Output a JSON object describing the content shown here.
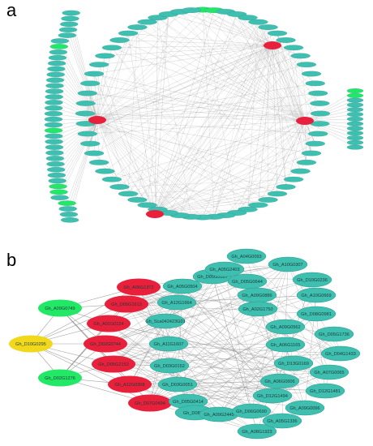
{
  "panels": {
    "a": {
      "letter": "a"
    },
    "b": {
      "letter": "b"
    }
  },
  "colors": {
    "background": "#ffffff",
    "teal_node": "#3ebfb0",
    "teal_stroke": "#2a9b8e",
    "green_node": "#22e866",
    "red_node": "#e8203c",
    "yellow_node": "#f2d81c",
    "edge": "#8c8c8c"
  },
  "network_b": {
    "nodes": [
      {
        "id": "Gh_D10G0295",
        "color": "yellow"
      },
      {
        "id": "Gh_A09G0749",
        "color": "green"
      },
      {
        "id": "Gh_D02G1276",
        "color": "green"
      },
      {
        "id": "Gh_A06G1372",
        "color": "red"
      },
      {
        "id": "Gh_D05G1613",
        "color": "red"
      },
      {
        "id": "Gh_A01G0124",
        "color": "red"
      },
      {
        "id": "Gh_D02G0744",
        "color": "red"
      },
      {
        "id": "Gh_D05G2152",
        "color": "red"
      },
      {
        "id": "Gh_A12G0308",
        "color": "red"
      },
      {
        "id": "Gh_D07G0494",
        "color": "red"
      },
      {
        "id": "Gh_D05G3597",
        "color": "teal"
      },
      {
        "id": "Gh_A05G0504",
        "color": "teal"
      },
      {
        "id": "Gh_A12G1664",
        "color": "teal"
      },
      {
        "id": "Gh_Sca042423G01",
        "color": "teal"
      },
      {
        "id": "Gh_A11G1607",
        "color": "teal"
      },
      {
        "id": "Gh_D03G0152",
        "color": "teal"
      },
      {
        "id": "Gh_D03G0051",
        "color": "teal"
      },
      {
        "id": "Gh_D05G0414",
        "color": "teal"
      },
      {
        "id": "Gh_D08G0",
        "color": "teal"
      },
      {
        "id": "Gh_A09G2445",
        "color": "teal"
      },
      {
        "id": "Gh_A04G0093",
        "color": "teal"
      },
      {
        "id": "Gh_A05G2403",
        "color": "teal"
      },
      {
        "id": "Gh_D05G0644",
        "color": "teal"
      },
      {
        "id": "Gh_A09G0886",
        "color": "teal"
      },
      {
        "id": "Gh_A02G1750",
        "color": "teal"
      },
      {
        "id": "Gh_A09G0562",
        "color": "teal"
      },
      {
        "id": "Gh_A06G1165",
        "color": "teal"
      },
      {
        "id": "Gh_D13G0169",
        "color": "teal"
      },
      {
        "id": "Gh_A06G0606",
        "color": "teal"
      },
      {
        "id": "Gh_D12G1494",
        "color": "teal"
      },
      {
        "id": "Gh_D06G0690",
        "color": "teal"
      },
      {
        "id": "Gh_A08G1923",
        "color": "teal"
      },
      {
        "id": "Gh_A05G1336",
        "color": "teal"
      },
      {
        "id": "Gh_A09G0096",
        "color": "teal"
      },
      {
        "id": "Gh_A10G0307",
        "color": "teal"
      },
      {
        "id": "Gh_D10G0236",
        "color": "teal"
      },
      {
        "id": "Gh_A10G0669",
        "color": "teal"
      },
      {
        "id": "Gh_D08G0981",
        "color": "teal"
      },
      {
        "id": "Gh_D05G1736",
        "color": "teal"
      },
      {
        "id": "Gh_D04G1433",
        "color": "teal"
      },
      {
        "id": "Gh_A07G0065",
        "color": "teal"
      },
      {
        "id": "Gh_D12G1481",
        "color": "teal"
      }
    ]
  }
}
